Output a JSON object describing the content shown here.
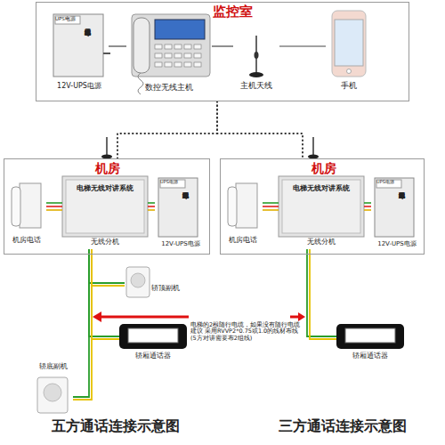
{
  "diagram": {
    "nodes": [
      {
        "text": [
          "监控室"
        ]
      },
      {
        "text": [
          "UPS电源",
          "无线对讲专用电源",
          "12V-UPS电源"
        ],
        "in": 0
      },
      {
        "text": [
          "数控无线主机"
        ],
        "in": 0
      },
      {
        "text": [
          "主机天线"
        ],
        "in": 0
      },
      {
        "text": [
          "手机"
        ],
        "in": 0
      },
      {
        "text": [
          "机房"
        ]
      },
      {
        "text": [
          "机房电话"
        ],
        "in": 5
      },
      {
        "text": [
          "电梯无线对讲系统",
          "无线分机"
        ],
        "in": 5
      },
      {
        "text": [
          "UPS电源",
          "无线对讲专用电源",
          "12V-UPS电源"
        ],
        "in": 5
      },
      {
        "text": [
          "机房"
        ]
      },
      {
        "text": [
          "机房电话"
        ],
        "in": 9
      },
      {
        "text": [
          "电梯无线对讲系统",
          "无线分机"
        ],
        "in": 9
      },
      {
        "text": [
          "UPS电源",
          "无线对讲专用电源",
          "12V-UPS电源"
        ],
        "in": 9
      },
      {
        "text": [
          "轿顶副机"
        ]
      },
      {
        "text": [
          "轿底副机"
        ]
      },
      {
        "text": [
          "轿厢通话器"
        ]
      },
      {
        "text": [
          "轿厢通话器"
        ]
      }
    ],
    "edges": [
      {
        "from": 1,
        "to": 2,
        "arrow": "none"
      },
      {
        "from": 2,
        "to": 3,
        "arrow": "none"
      },
      {
        "from": 3,
        "to": 4,
        "arrow": "none"
      },
      {
        "from": 0,
        "to": 5,
        "arrow": "none"
      },
      {
        "from": 0,
        "to": 9,
        "arrow": "none"
      },
      {
        "from": 6,
        "to": 7,
        "arrow": "none"
      },
      {
        "from": 7,
        "to": 8,
        "arrow": "none"
      },
      {
        "from": 10,
        "to": 11,
        "arrow": "none"
      },
      {
        "from": 11,
        "to": 12,
        "arrow": "none"
      },
      {
        "from": 7,
        "to": 13,
        "arrow": "none"
      },
      {
        "from": 7,
        "to": 14,
        "arrow": "none"
      },
      {
        "from": 7,
        "to": 15,
        "arrow": "none"
      },
      {
        "from": 11,
        "to": 16,
        "arrow": "none"
      }
    ],
    "labels": [
      "电梯的2根随行电缆，如果没有随行电缆建议 采用RVVP2*0.75或1.0的线材布线 (5方对讲需要布2组线)",
      "五方通话连接示意图",
      "三方通话连接示意图"
    ]
  }
}
